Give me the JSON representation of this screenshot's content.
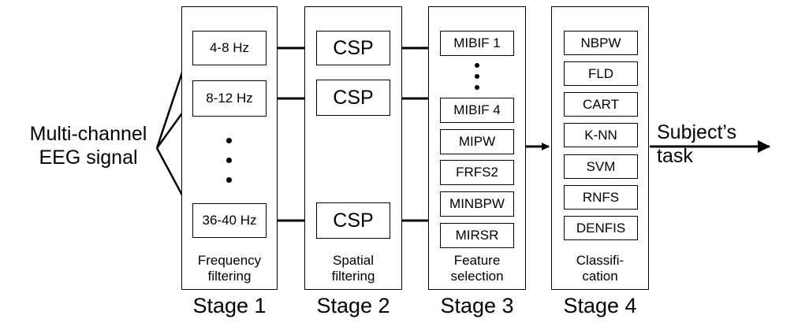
{
  "input_label": [
    "Multi-channel",
    "EEG signal"
  ],
  "output_label": [
    "Subject’s",
    "task"
  ],
  "stages": [
    {
      "name": "Stage 1",
      "caption": "Frequency\nfiltering"
    },
    {
      "name": "Stage 2",
      "caption": "Spatial\nfiltering"
    },
    {
      "name": "Stage 3",
      "caption": "Feature\nselection"
    },
    {
      "name": "Stage 4",
      "caption": "Classifi-\ncation"
    }
  ],
  "frequency_bands": [
    "4-8 Hz",
    "8-12 Hz",
    "36-40 Hz"
  ],
  "spatial_filter": "CSP",
  "feature_selection": [
    "MIBIF 1",
    "MIBIF 4",
    "MIPW",
    "FRFS2",
    "MINBPW",
    "MIRSR"
  ],
  "classifiers": [
    "NBPW",
    "FLD",
    "CART",
    "K-NN",
    "SVM",
    "RNFS",
    "DENFIS"
  ]
}
